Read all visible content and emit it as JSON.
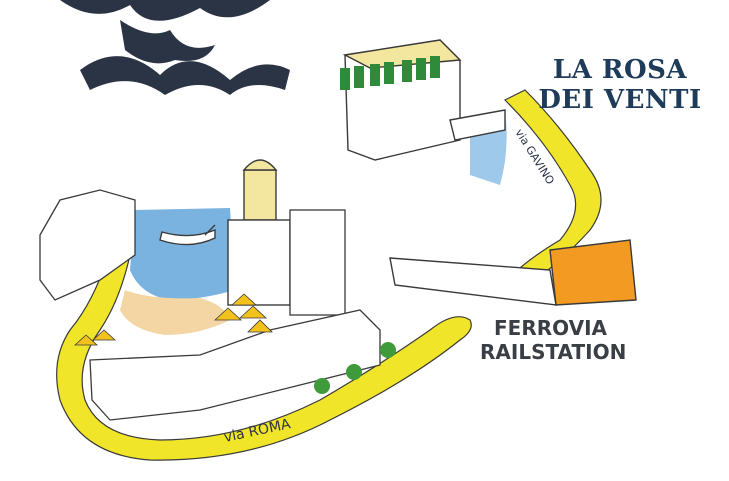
{
  "title": {
    "line1": "LA ROSA",
    "line2": "DEI VENTI"
  },
  "station": {
    "line1": "FERROVIA",
    "line2": "RAILSTATION"
  },
  "streets": {
    "roma": "via ROMA",
    "gavino": "via GAVINO"
  },
  "colors": {
    "road": "#f1e52a",
    "sea": "#7bb3e0",
    "beach": "#f3d6a4",
    "station": "#f39a23",
    "shutters": "#2f8a3a",
    "trees": "#3e9a3a",
    "title": "#1f3b5a",
    "outline": "#3a3a3a",
    "tower": "#f3e7a0"
  },
  "icons": [
    "compass-rose-logo",
    "building-hotel",
    "station-building",
    "tree-icon",
    "umbrella-icon"
  ]
}
